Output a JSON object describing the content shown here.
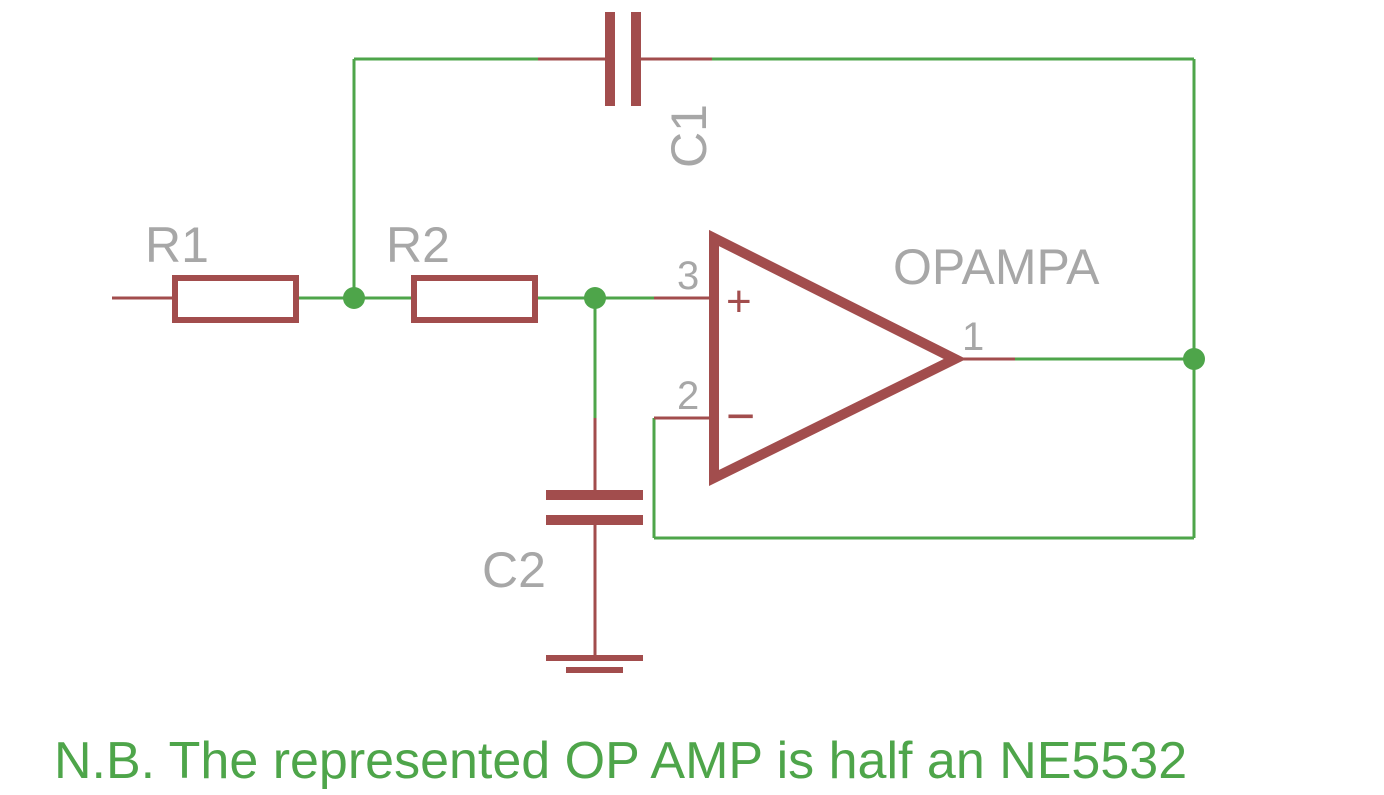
{
  "components": {
    "r1": {
      "label": "R1"
    },
    "r2": {
      "label": "R2"
    },
    "c1": {
      "label": "C1"
    },
    "c2": {
      "label": "C2"
    },
    "opamp": {
      "label": "OPAMPA",
      "pin_noninverting": "3",
      "pin_inverting": "2",
      "pin_output": "1",
      "plus_symbol": "+",
      "minus_symbol": "−"
    }
  },
  "note": "N.B. The represented OP AMP is half an NE5532",
  "colors": {
    "wire": "#4ea54a",
    "component": "#a24d4d",
    "label": "#a7a7a7",
    "note": "#4ea54a",
    "background": "#ffffff"
  }
}
